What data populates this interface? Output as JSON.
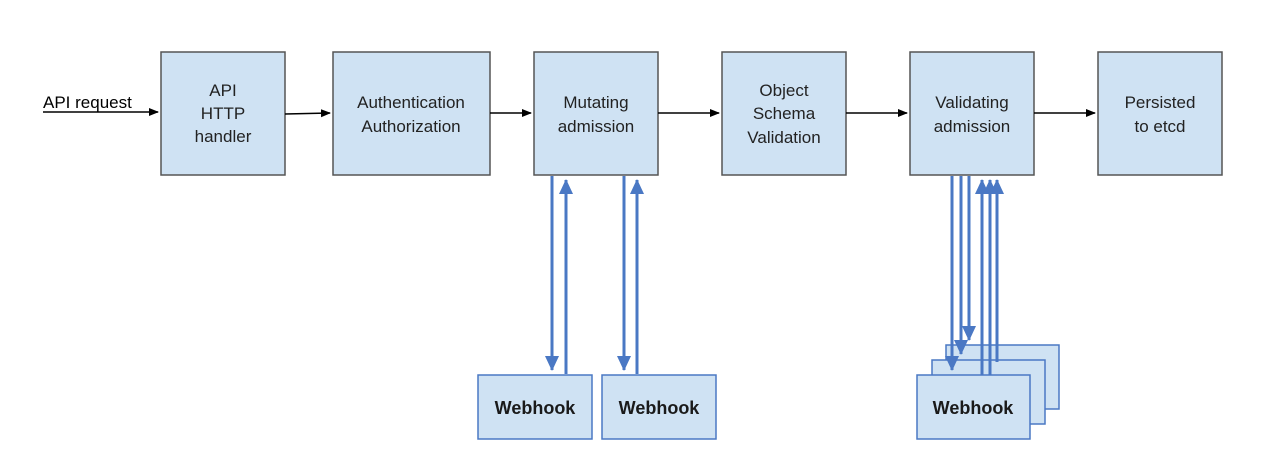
{
  "request_label": "API request",
  "stages": [
    {
      "id": "api-http-handler",
      "lines": [
        "API",
        "HTTP",
        "handler"
      ]
    },
    {
      "id": "authentication-authorization",
      "lines": [
        "Authentication",
        "Authorization"
      ]
    },
    {
      "id": "mutating-admission",
      "lines": [
        "Mutating",
        "admission"
      ]
    },
    {
      "id": "object-schema-validation",
      "lines": [
        "Object",
        "Schema",
        "Validation"
      ]
    },
    {
      "id": "validating-admission",
      "lines": [
        "Validating",
        "admission"
      ]
    },
    {
      "id": "persisted-to-etcd",
      "lines": [
        "Persisted",
        "to etcd"
      ]
    }
  ],
  "webhooks": {
    "mutating_1": "Webhook",
    "mutating_2": "Webhook",
    "validating": "Webhook"
  },
  "colors": {
    "box_fill": "#cfe2f3",
    "box_border": "#555555",
    "webhook_border": "#4a78c4",
    "arrow_blue": "#4a78c4"
  }
}
